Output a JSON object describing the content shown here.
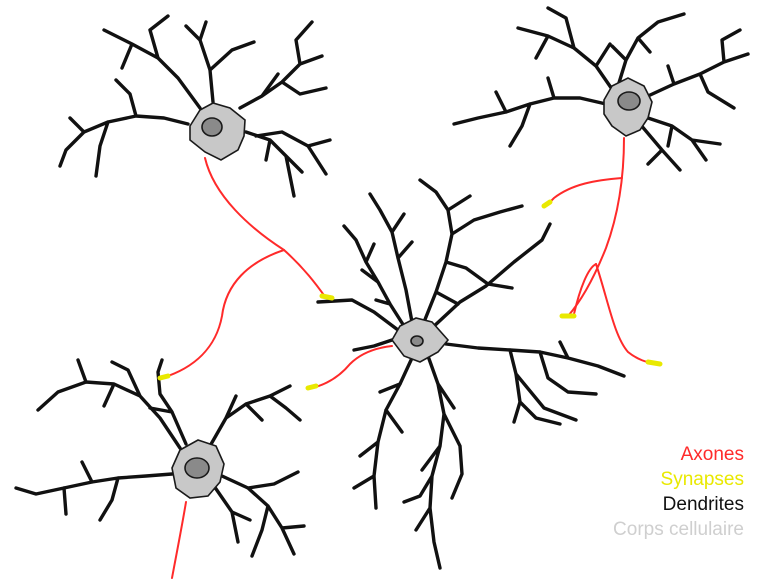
{
  "colors": {
    "axon": "#ff2a2a",
    "synapse": "#e9e900",
    "dendrite": "#111111",
    "soma_fill": "#c8c8c8",
    "nucleus_fill": "#8a8a8a",
    "cell_body_label": "#cfcfcf"
  },
  "legend": {
    "axones": "Axones",
    "synapses": "Synapses",
    "dendrites": "Dendrites",
    "cell_bodies": "Corps cellulaire"
  }
}
